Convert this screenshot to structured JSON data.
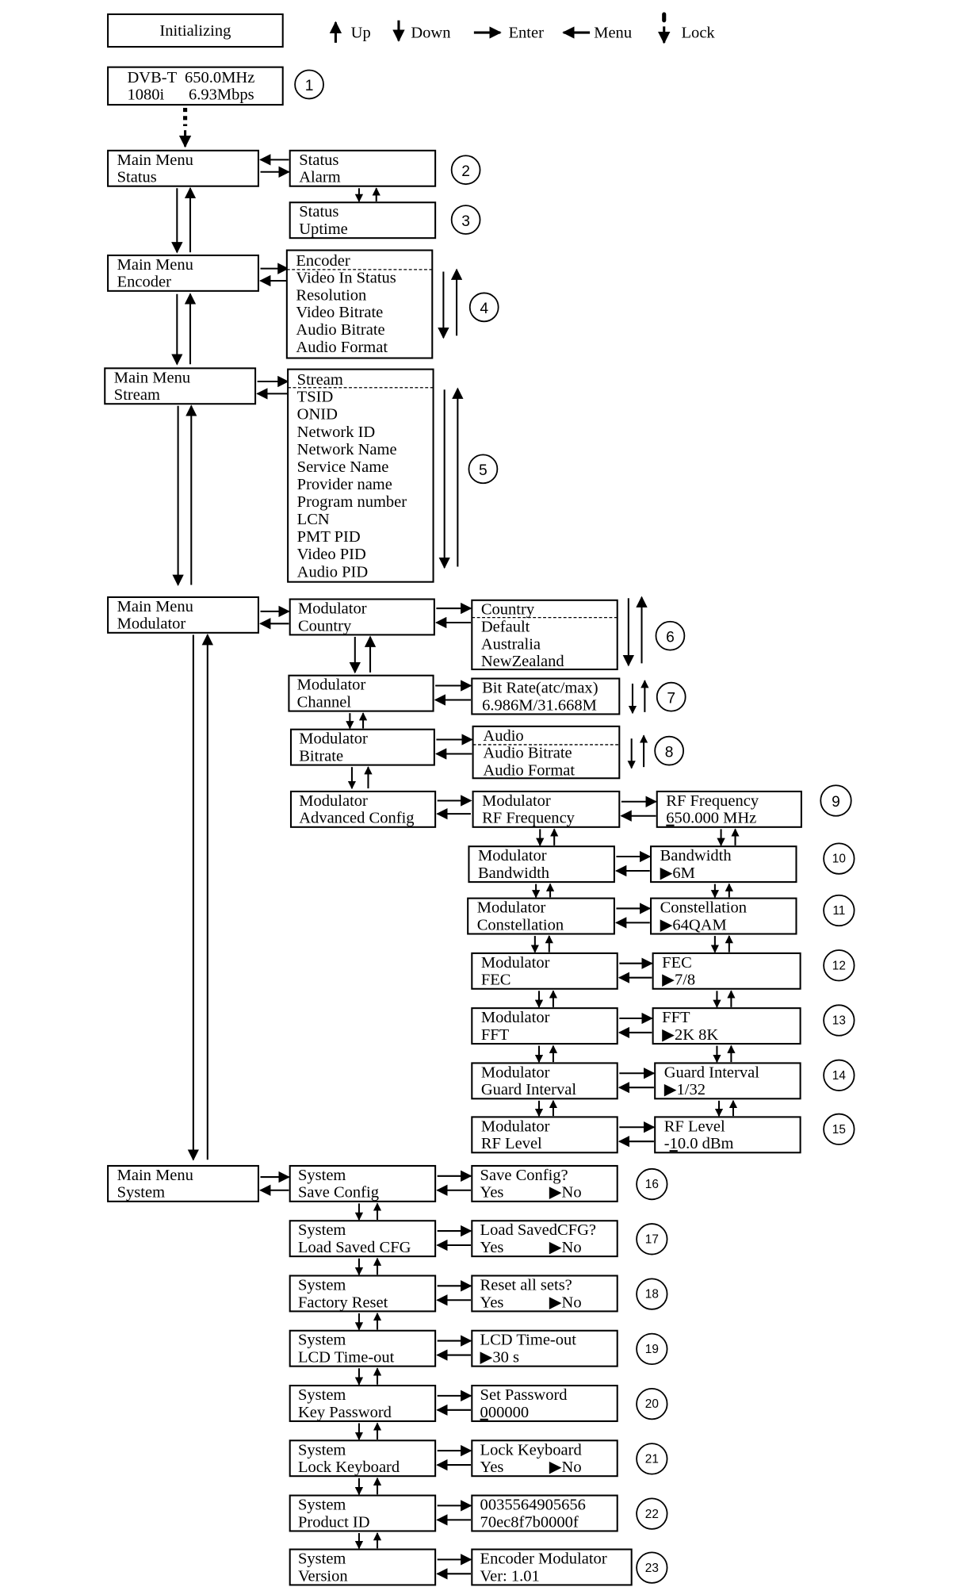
{
  "legend": {
    "up": "Up",
    "down": "Down",
    "enter": "Enter",
    "menu": "Menu",
    "lock": "Lock"
  },
  "init": {
    "label": "Initializing"
  },
  "status_screen": {
    "line1": "DVB-T  650.0MHz",
    "line2": "1080i      6.93Mbps",
    "badge": "1"
  },
  "main_menu": {
    "status": [
      "Main Menu",
      "Status"
    ],
    "encoder": [
      "Main Menu",
      "Encoder"
    ],
    "stream": [
      "Main Menu",
      "Stream"
    ],
    "modulator": [
      "Main Menu",
      "Modulator"
    ],
    "system": [
      "Main Menu",
      "System"
    ]
  },
  "status_menu": {
    "alarm": {
      "lines": [
        "Status",
        "Alarm"
      ],
      "badge": "2"
    },
    "uptime": {
      "lines": [
        "Status",
        "Uptime"
      ],
      "badge": "3"
    }
  },
  "encoder_list": {
    "title": "Encoder",
    "items": [
      "Video In Status",
      "Resolution",
      "Video Bitrate",
      "Audio Bitrate",
      "Audio Format"
    ],
    "badge": "4"
  },
  "stream_list": {
    "title": "Stream",
    "items": [
      "TSID",
      "ONID",
      "Network ID",
      "Network Name",
      "Service Name",
      "Provider name",
      "Program number",
      "LCN",
      "PMT PID",
      "Video PID",
      "Audio PID"
    ],
    "badge": "5"
  },
  "modulator_menu": {
    "country": {
      "lines": [
        "Modulator",
        "Country"
      ]
    },
    "channel": {
      "lines": [
        "Modulator",
        "Channel"
      ]
    },
    "bitrate": {
      "lines": [
        "Modulator",
        "Bitrate"
      ]
    },
    "advanced": {
      "lines": [
        "Modulator",
        "Advanced Config"
      ]
    }
  },
  "country_list": {
    "title": "Country",
    "items": [
      "Default",
      "Australia",
      "NewZealand"
    ],
    "badge": "6"
  },
  "channel_detail": {
    "lines": [
      "Bit Rate(atc/max)",
      "6.986M/31.668M"
    ],
    "badge": "7"
  },
  "bitrate_list": {
    "title": "Audio",
    "items": [
      "Audio Bitrate",
      "Audio Format"
    ],
    "badge": "8"
  },
  "advanced": [
    {
      "menu": [
        "Modulator",
        "RF Frequency"
      ],
      "title": "RF Frequency",
      "value_prefix": "",
      "value_cursor": "6",
      "value_rest": "50.000 MHz",
      "badge": "9"
    },
    {
      "menu": [
        "Modulator",
        "Bandwidth"
      ],
      "title": "Bandwidth",
      "value": "▶6M",
      "badge": "10"
    },
    {
      "menu": [
        "Modulator",
        "Constellation"
      ],
      "title": "Constellation",
      "value": "▶64QAM",
      "badge": "11"
    },
    {
      "menu": [
        "Modulator",
        "FEC"
      ],
      "title": "FEC",
      "value": "▶7/8",
      "badge": "12"
    },
    {
      "menu": [
        "Modulator",
        "FFT"
      ],
      "title": "FFT",
      "value": "▶2K   8K",
      "badge": "13"
    },
    {
      "menu": [
        "Modulator",
        "Guard Interval"
      ],
      "title": "Guard Interval",
      "value": "▶1/32",
      "badge": "14"
    },
    {
      "menu": [
        "Modulator",
        "RF Level"
      ],
      "title": "RF Level",
      "value_prefix": "-",
      "value_cursor": "1",
      "value_rest": "0.0 dBm",
      "badge": "15"
    }
  ],
  "system": [
    {
      "menu": [
        "System",
        "Save Config"
      ],
      "title": "Save Config?",
      "left": "Yes",
      "right": "▶No",
      "badge": "16"
    },
    {
      "menu": [
        "System",
        "Load Saved CFG"
      ],
      "title": "Load SavedCFG?",
      "left": "Yes",
      "right": "▶No",
      "badge": "17"
    },
    {
      "menu": [
        "System",
        "Factory Reset"
      ],
      "title": "Reset all sets?",
      "left": "Yes",
      "right": "▶No",
      "badge": "18"
    },
    {
      "menu": [
        "System",
        "LCD Time-out"
      ],
      "title": "LCD Time-out",
      "left": "▶30 s",
      "right": "",
      "badge": "19"
    },
    {
      "menu": [
        "System",
        "Key Password"
      ],
      "title": "Set Password",
      "cursor": "0",
      "rest": "00000",
      "badge": "20"
    },
    {
      "menu": [
        "System",
        "Lock Keyboard"
      ],
      "title": "Lock Keyboard",
      "left": "Yes",
      "right": "▶No",
      "badge": "21"
    },
    {
      "menu": [
        "System",
        "Product ID"
      ],
      "title": "0035564905656",
      "left": "70ec8f7b0000f",
      "right": "",
      "badge": "22"
    },
    {
      "menu": [
        "System",
        "Version"
      ],
      "title": "Encoder Modulator",
      "left": "Ver: 1.01",
      "right": "",
      "badge": "23"
    }
  ]
}
